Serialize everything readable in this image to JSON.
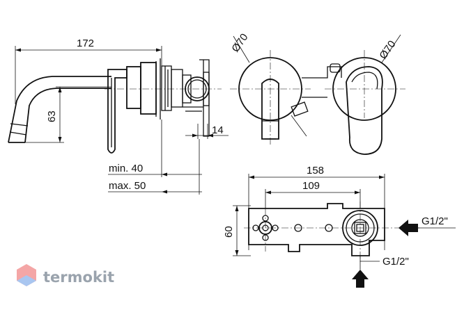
{
  "dimensions": {
    "total_length": "172",
    "height": "63",
    "plate_offset": "14",
    "min_depth": "min. 40",
    "max_depth": "max. 50",
    "plate_diameter_left": "Ø70",
    "plate_diameter_right": "Ø70",
    "body_length": "158",
    "inlet_spacing": "109",
    "body_height": "60"
  },
  "connections": {
    "side_inlet": "G1/2\"",
    "bottom_inlet": "G1/2\""
  },
  "watermark": {
    "brand": "termokit",
    "logo_colors": [
      "#f4a6a6",
      "#a9c6f0"
    ]
  }
}
